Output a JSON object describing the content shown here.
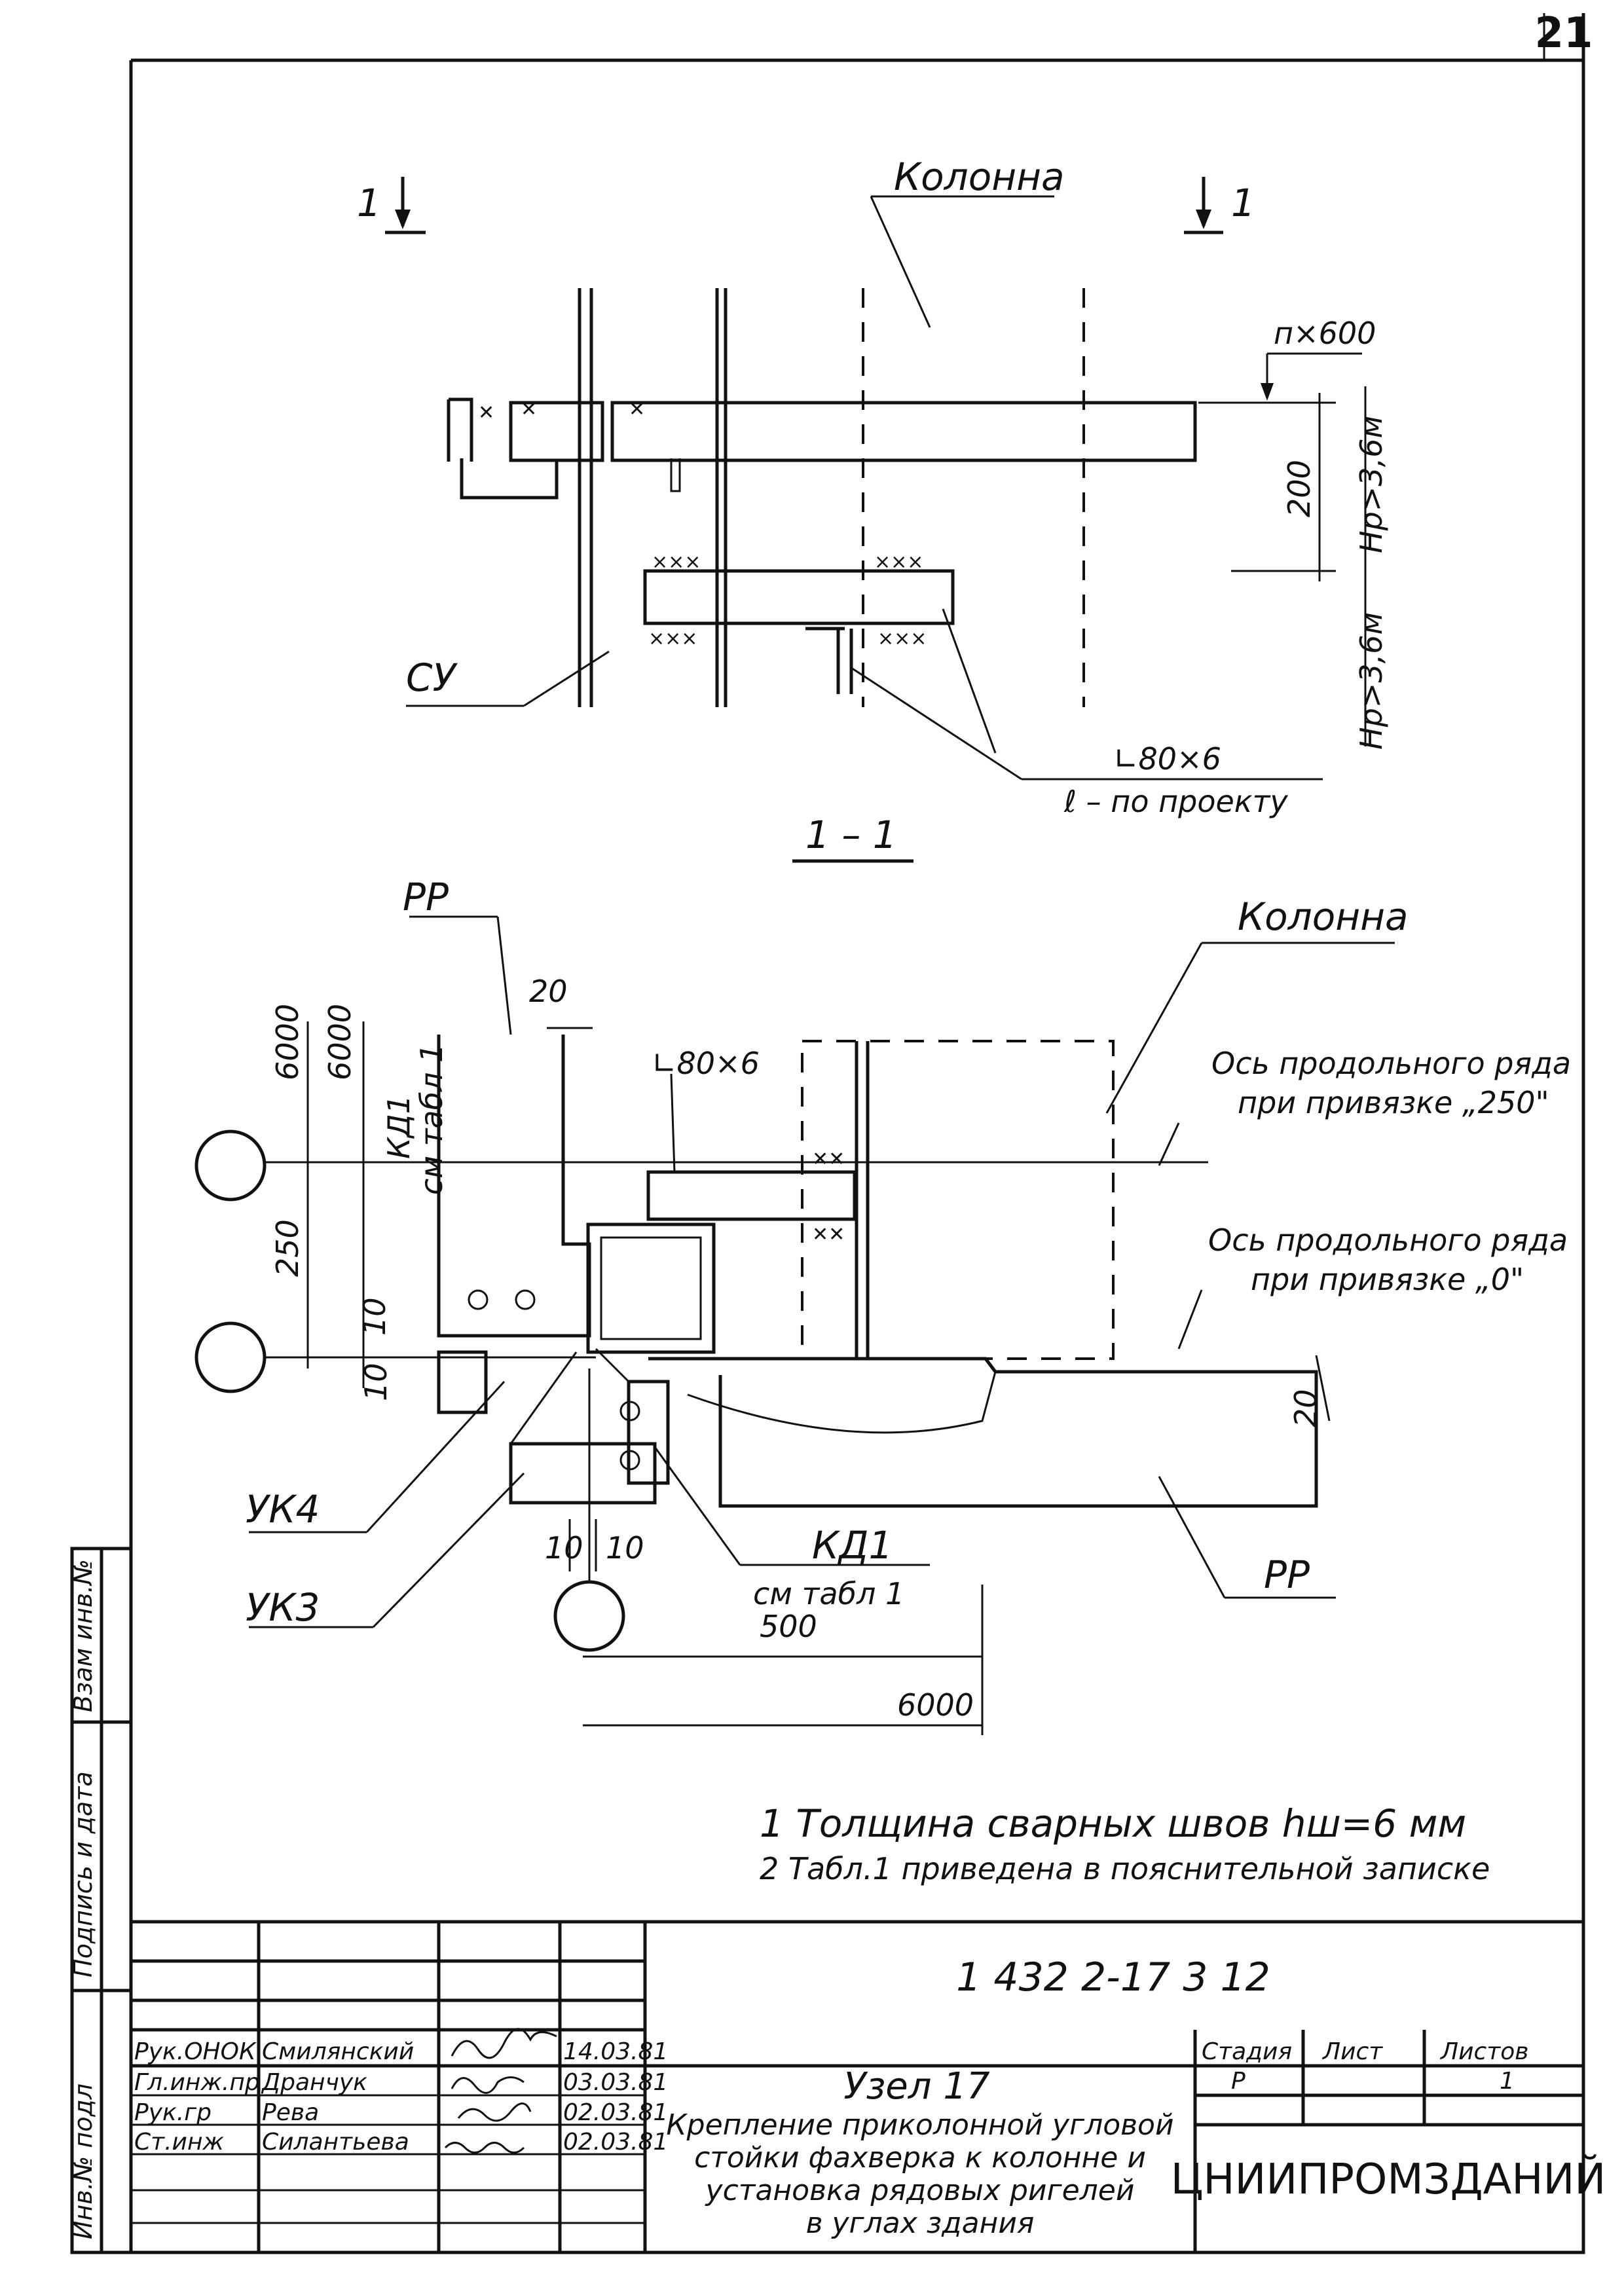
{
  "sheet_corner_number": "21",
  "section_top": {
    "marker_left": "1",
    "marker_right": "1",
    "column_label": "Колонна",
    "top_dim_label": "п×600",
    "dim_200": "200",
    "hp_upper": "Нр>3,6м",
    "hp_lower": "Нр>3,6м",
    "cy_label": "СУ",
    "angle_label": "∟80×6",
    "length_label": "ℓ – по проекту",
    "section_title": "1 – 1",
    "weld_marks": "×××"
  },
  "plan": {
    "pp_top_label": "РР",
    "dim_20_top": "20",
    "dim_6000_a": "6000",
    "dim_6000_b": "6000",
    "kd1_vertical": "КД1",
    "see_table_vertical": "см табл 1",
    "angle_label": "∟80×6",
    "column_label": "Колонна",
    "axis_250_line1": "Ось продольного ряда",
    "axis_250_line2": "при привязке „250\"",
    "axis_0_line1": "Ось продольного ряда",
    "axis_0_line2": "при привязке „0\"",
    "dim_250": "250",
    "dim_10_a": "10",
    "dim_10_b": "10",
    "dim_20_right": "20",
    "uk4_label": "УК4",
    "uk3_label": "УК3",
    "dim_10_c": "10",
    "dim_10_d": "10",
    "kd1_label": "КД1",
    "see_table_label": "см табл 1",
    "dim_500": "500",
    "pp_bottom_label": "РР",
    "dim_6000_bottom": "6000"
  },
  "notes": [
    "1  Толщина сварных швов hш=6 мм",
    "2  Табл.1 приведена в пояснительной записке"
  ],
  "side_stamp": {
    "col1": "Инв.№ подл",
    "col2": "Подпись и дата",
    "col3": "Взам инв.№"
  },
  "title_block": {
    "doc_code": "1 432 2-17 3 12",
    "rows": [
      {
        "role": "Рук.ОНОК",
        "name": "Смилянский",
        "date": "14.03.81"
      },
      {
        "role": "Гл.инж.пр",
        "name": "Дранчук",
        "date": "03.03.81"
      },
      {
        "role": "Рук.гр",
        "name": "Рева",
        "date": "02.03.81"
      },
      {
        "role": "Ст.инж",
        "name": "Силантьева",
        "date": "02.03.81"
      }
    ],
    "title_line1": "Узел 17",
    "title_line2": "Крепление приколонной угловой",
    "title_line3": "стойки фахверка к колонне и",
    "title_line4": "установка рядовых ригелей",
    "title_line5": "в углах здания",
    "stage_header": "Стадия",
    "sheet_header": "Лист",
    "sheets_header": "Листов",
    "stage_value": "Р",
    "sheet_value": "",
    "sheets_value": "1",
    "organization": "ЦНИИПРОМЗДАНИЙ"
  }
}
